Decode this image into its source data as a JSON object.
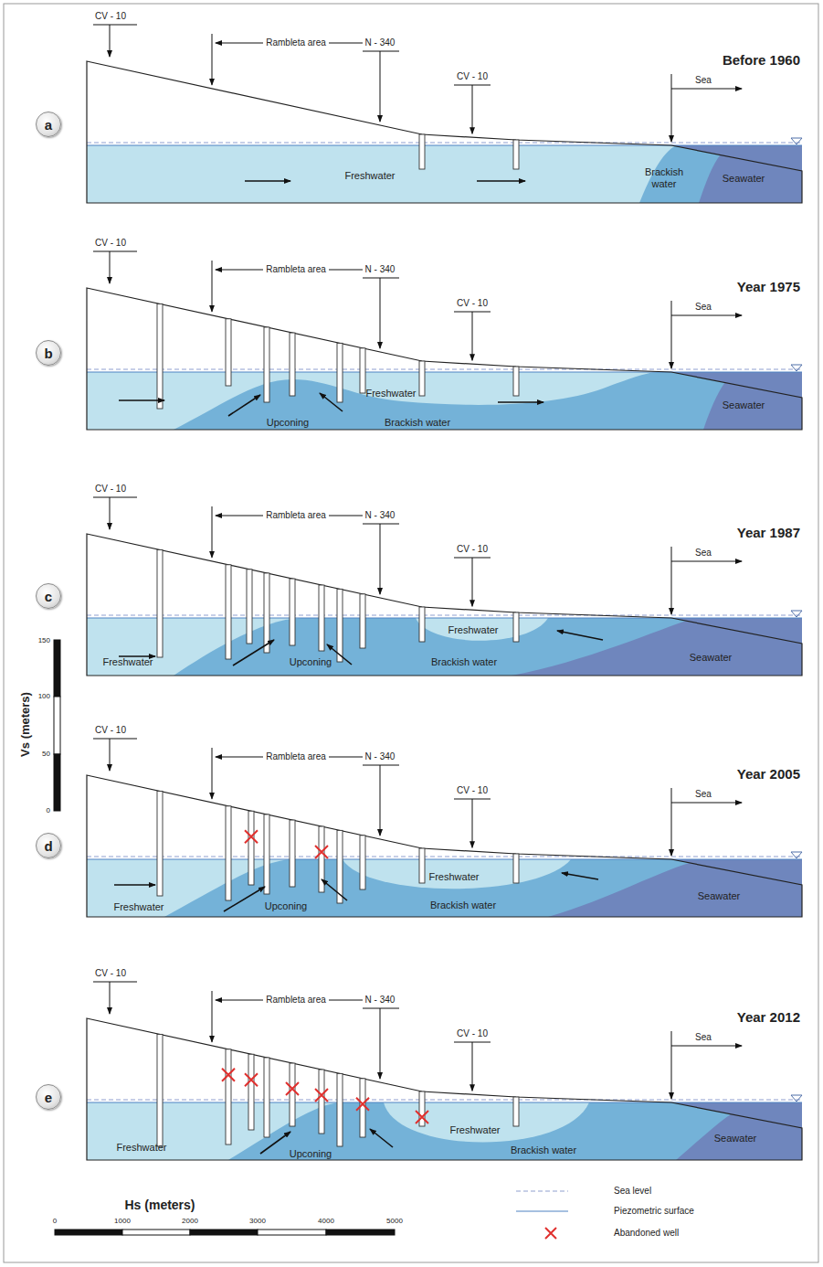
{
  "diagram": {
    "nodes": [
      {
        "text": [
          "a"
        ]
      },
      {
        "text": [
          "b"
        ]
      },
      {
        "text": [
          "c"
        ]
      },
      {
        "text": [
          "d"
        ]
      },
      {
        "text": [
          "e"
        ]
      }
    ],
    "labels": [
      "CV - 10",
      "Rambleta area",
      "N - 340",
      "CV - 10",
      "Sea",
      "Before 1960",
      "Freshwater",
      "Brackish water",
      "Seawater",
      "CV - 10",
      "Rambleta area",
      "N - 340",
      "CV - 10",
      "Sea",
      "Year 1975",
      "Freshwater",
      "Upconing",
      "Brackish water",
      "Seawater",
      "CV - 10",
      "Rambleta area",
      "N - 340",
      "CV - 10",
      "Sea",
      "Year 1987",
      "Freshwater",
      "Freshwater",
      "Upconing",
      "Brackish water",
      "Seawater",
      "CV - 10",
      "Rambleta area",
      "N - 340",
      "CV - 10",
      "Sea",
      "Year 2005",
      "Freshwater",
      "Freshwater",
      "Upconing",
      "Brackish water",
      "Seawater",
      "CV - 10",
      "Rambleta area",
      "N - 340",
      "CV - 10",
      "Sea",
      "Year 2012",
      "Freshwater",
      "Freshwater",
      "Upconing",
      "Brackish water",
      "Seawater",
      "Vs (meters)",
      "150",
      "100",
      "50",
      "0",
      "Hs (meters)",
      "0",
      "1000",
      "2000",
      "3000",
      "4000",
      "5000"
    ],
    "legend": [
      {
        "text": "Sea level"
      },
      {
        "text": "Piezometric surface"
      },
      {
        "text": "Abandoned well"
      }
    ]
  }
}
